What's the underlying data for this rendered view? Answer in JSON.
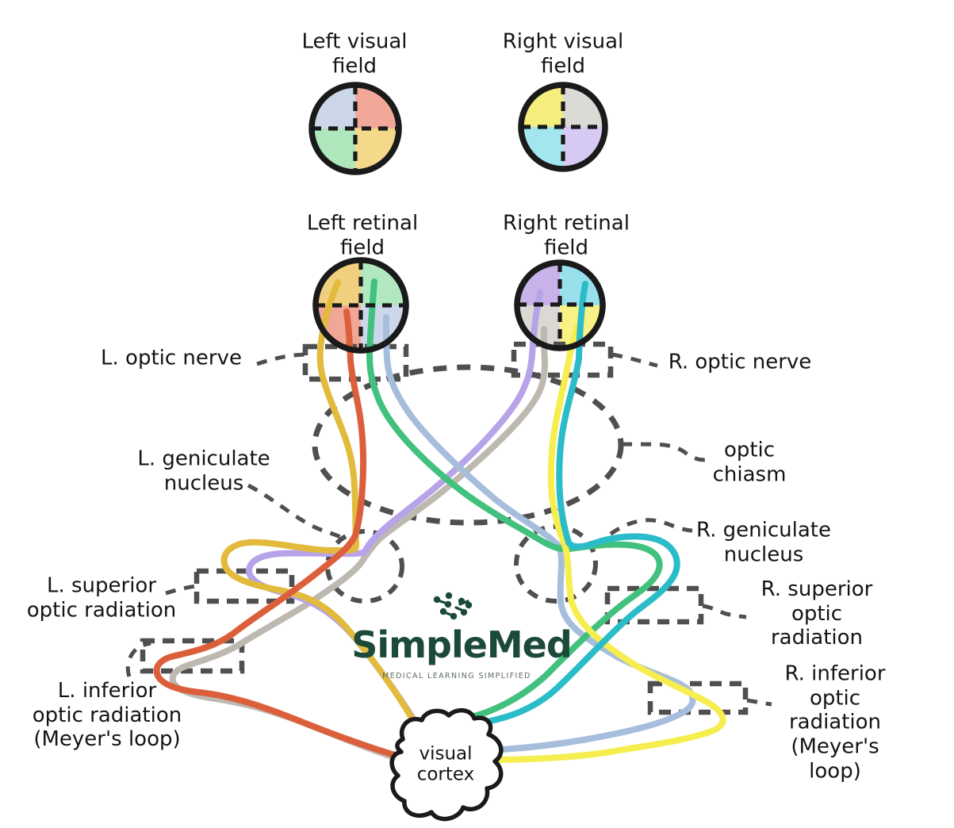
{
  "diagram": {
    "labels": {
      "left_visual_field": "Left visual\nfield",
      "right_visual_field": "Right visual\nfield",
      "left_retinal_field": "Left retinal\nfield",
      "right_retinal_field": "Right retinal\nfield",
      "l_optic_nerve": "L. optic nerve",
      "r_optic_nerve": "R. optic nerve",
      "optic_chiasm": "optic\nchiasm",
      "l_geniculate_nucleus": "L. geniculate\nnucleus",
      "r_geniculate_nucleus": "R. geniculate\nnucleus",
      "l_superior_optic_radiation": "L. superior\noptic radiation",
      "r_superior_optic_radiation": "R. superior\noptic radiation",
      "l_inferior_optic_radiation": "L. inferior\noptic radiation\n(Meyer's loop)",
      "r_inferior_optic_radiation": "R. inferior\noptic radiation\n(Meyer's loop)",
      "visual_cortex": "visual\ncortex"
    },
    "logo": {
      "name": "SimpleMed",
      "tagline": "MEDICAL LEARNING SIMPLIFIED"
    },
    "colors": {
      "outline_black": "#1a1a1a",
      "dash_gray": "#4f4f4f",
      "logo_green": "#1b4a38",
      "tagline_gray": "#5f6b67",
      "background": "#ffffff"
    },
    "fibers": {
      "gold": "#e2ba3c",
      "orange": "#dc5f3b",
      "green": "#41c17d",
      "steel_blue": "#a6bddc",
      "purple": "#b7a3e8",
      "gray": "#bdb8b0",
      "yellow": "#f5ee4e",
      "cyan": "#2bbcc9"
    },
    "field_quadrants": {
      "left_visual_field": {
        "top_left": "#ccd6e9",
        "top_right": "#f2a898",
        "bottom_left": "#aee7bb",
        "bottom_right": "#f5d98b"
      },
      "right_visual_field": {
        "top_left": "#f6ee7d",
        "top_right": "#dcdad5",
        "bottom_left": "#a4e6ed",
        "bottom_right": "#d6c9f4"
      },
      "left_retinal_field": {
        "top_left": "#f0d07e",
        "top_right": "#b2e8c0",
        "bottom_left": "#f0a795",
        "bottom_right": "#cdd7ec"
      },
      "right_retinal_field": {
        "top_left": "#c9b1e9",
        "top_right": "#98e1ec",
        "bottom_left": "#dcd9d4",
        "bottom_right": "#f8f186"
      }
    }
  }
}
